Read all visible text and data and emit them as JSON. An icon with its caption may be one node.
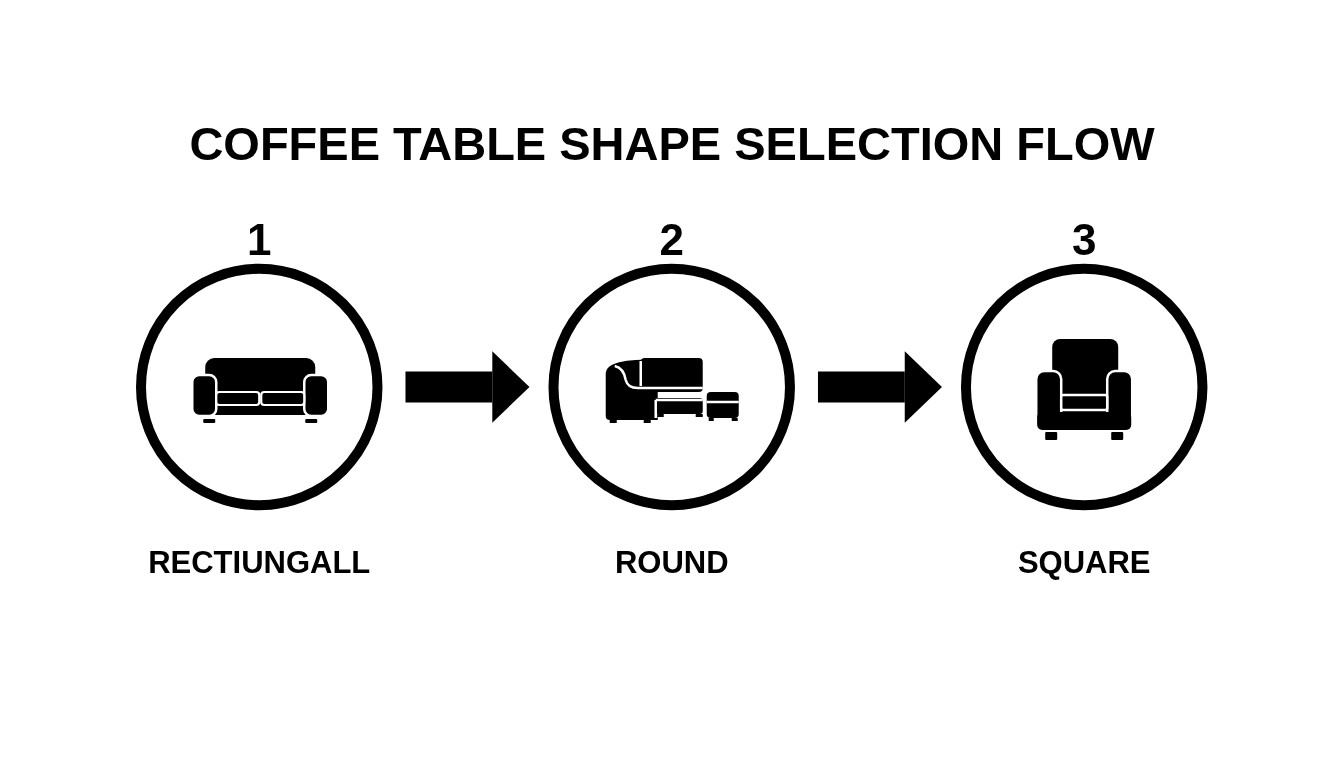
{
  "diagram": {
    "title": "COFFEE TABLE SHAPE SELECTION FLOW",
    "nodes": [
      {
        "text": [
          "1"
        ],
        "beside": [
          "RECTIUNGALL"
        ]
      },
      {
        "text": [
          "2"
        ],
        "beside": [
          "ROUND"
        ]
      },
      {
        "text": [
          "3"
        ],
        "beside": [
          "SQUARE"
        ]
      }
    ],
    "edges": [
      {
        "from": 0,
        "to": 1,
        "arrow": "to"
      },
      {
        "from": 1,
        "to": 2,
        "arrow": "to"
      }
    ]
  }
}
